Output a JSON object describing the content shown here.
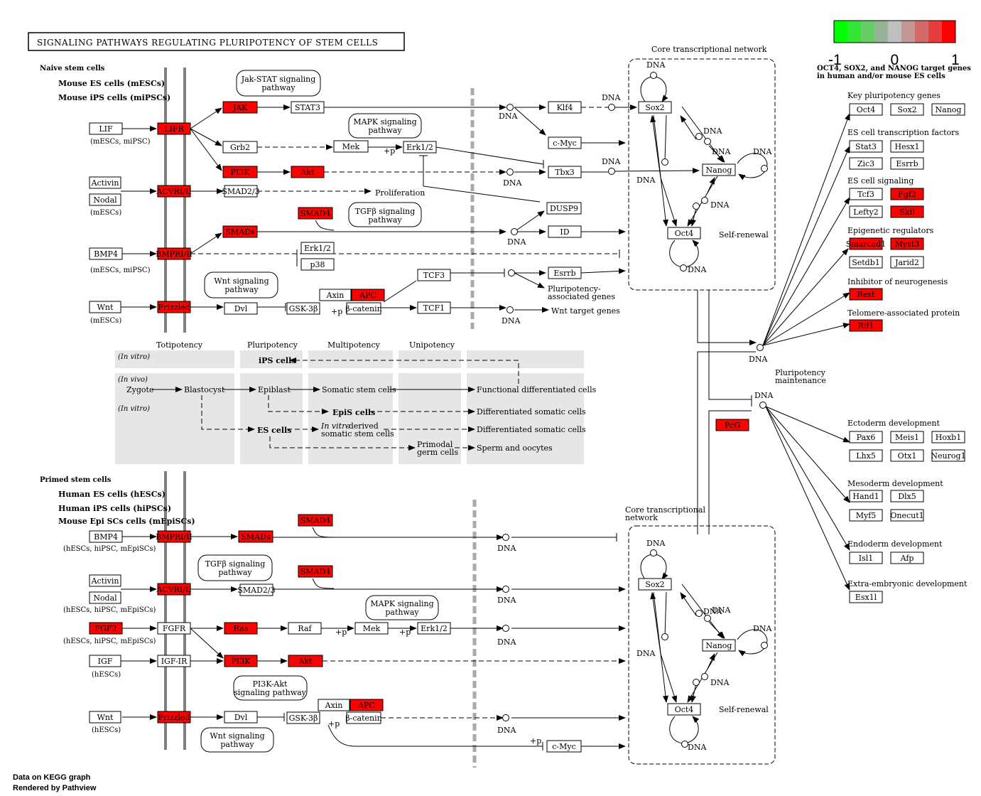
{
  "title": "SIGNALING PATHWAYS REGULATING PLURIPOTENCY OF STEM CELLS",
  "legend": {
    "colors": [
      "#00ff00",
      "#33e633",
      "#66cc66",
      "#99b399",
      "#bfbfbf",
      "#c49797",
      "#d46a6a",
      "#e63d3d",
      "#ff0000"
    ],
    "min_label": "-1",
    "mid_label": "0",
    "max_label": "1",
    "note1": "OCT4, SOX2, and NANOG target genes",
    "note2": "in human and/or mouse ES cells"
  },
  "footer": {
    "line1": "Data on KEGG graph",
    "line2": "Rendered by Pathview"
  },
  "colors": {
    "up": "#ff0000",
    "neutral": "#ffffff",
    "membrane": "#808080",
    "grey_panel": "#e6e6e6"
  },
  "labels": {
    "naive": "Naive stem cells",
    "mescs": "Mouse ES cells (mESCs)",
    "mipscs": "Mouse iPS cells (miPSCs)",
    "primed": "Primed stem cells",
    "hescs": "Human ES cells (hESCs)",
    "hipscs": "Human iPS cells (hiPSCs)",
    "mepiscs": "Mouse Epi SCs cells (mEpiSCs)",
    "core1": "Core transcriptional network",
    "core2a": "Core transcriptional",
    "core2b": "network",
    "self_renewal": "Self-renewal",
    "pluri_maint1": "Pluripotency",
    "pluri_maint2": "maintenance",
    "proliferation": "Proliferation",
    "pluri_assoc1": "Pluripotency-",
    "pluri_assoc2": "associated genes",
    "wnt_target": "Wnt target genes",
    "dna": "DNA",
    "p": "+p",
    "sub_lif": "(mESCs, miPSC)",
    "sub_nodal": "(mESCs)",
    "sub_bmp4": "(mESCs, miPSC)",
    "sub_wnt": "(mESCs)",
    "sub_bmp4_h": "(hESCs, hiPSC, mEpiSCs)",
    "sub_nodal_h": "(hESCs, hiPSC, mEpiSCs)",
    "sub_fgf2_h": "(hESCs, hiPSC, mEpiSCs)",
    "sub_igf_h": "(hESCs)",
    "sub_wnt_h": "(hESCs)"
  },
  "pathways": {
    "jakstat1": "Jak-STAT signaling",
    "jakstat2": "pathway",
    "mapk1": "MAPK signaling",
    "mapk2": "pathway",
    "tgfb1": "TGFβ signaling",
    "tgfb2": "pathway",
    "wnt1": "Wnt signaling",
    "wnt2": "pathway",
    "pi3k1": "PI3K-Akt",
    "pi3k2": "signaling pathway"
  },
  "potency": {
    "totipotency": "Totipotency",
    "pluripotency": "Pluripotency",
    "multipotency": "Multipotency",
    "unipotency": "Unipotency",
    "invitro": "(In vitro)",
    "invivo": "(In vivo)",
    "ips": "iPS cells",
    "zygote": "Zygote",
    "blastocyst": "Blastocyst",
    "epiblast": "Epiblast",
    "somatic": "Somatic stem cells",
    "functional": "Functional differentiated cells",
    "episcs": "EpiS cells",
    "diff1": "Differentiated somatic cells",
    "escells": "ES cells",
    "invitro_derived_it": "In vitro",
    "invitro_derived_rest": "-derived",
    "somatic2": "somatic stem cells",
    "diff2": "Differentiated somatic cells",
    "primodal1": "Primodal",
    "primodal2": "germ cells",
    "sperm": "Sperm and oocytes"
  },
  "right_groups": {
    "key": "Key pluripotency genes",
    "tf": "ES cell transcription factors",
    "signal": "ES cell signaling",
    "epi": "Epigenetic regulators",
    "neuro": "Inhibitor of neurogenesis",
    "telo": "Telomere-associated protein",
    "ecto": "Ectoderm development",
    "meso": "Mesoderm development",
    "endo": "Endoderm development",
    "extra": "Extra-embryonic development"
  },
  "genes": {
    "lif": "LIF",
    "lifr": "LIFR",
    "jak": "JAK",
    "stat3": "STAT3",
    "grb2": "Grb2",
    "mek1": "Mek",
    "erk1": "Erk1/2",
    "pi3k1": "PI3K",
    "akt1": "Akt",
    "activin1": "Activin",
    "nodal1": "Nodal",
    "acvr1": "ACVRI/II",
    "smad23a": "SMAD2/3",
    "smad4a": "SMAD4",
    "smads1": "SMADs",
    "bmp4a": "BMP4",
    "bmpr1": "BMPRI/II",
    "erk12b": "Erk1/2",
    "p38": "p38",
    "wnt1": "Wnt",
    "frizzled1": "Frizzled",
    "dvl1": "Dvl",
    "gsk1": "GSK-3β",
    "axin1": "Axin",
    "apc1": "APC",
    "bcat1": "β-catenin",
    "tcf3": "TCF3",
    "tcf1": "TCF1",
    "klf4": "Klf4",
    "cmyc1": "c-Myc",
    "tbx3": "Tbx3",
    "dusp9": "DUSP9",
    "id": "ID",
    "esrrb1": "Esrrb",
    "sox2a": "Sox2",
    "nanog1": "Nanog",
    "oct4a": "Oct4",
    "bmp4b": "BMP4",
    "bmpr2": "BMPRI/II",
    "smads2": "SMADs",
    "smad4b": "SMAD4",
    "activin2": "Activin",
    "nodal2": "Nodal",
    "acvr2": "ACVRI/II",
    "smad23b": "SMAD2/3",
    "smad4c": "SMAD4",
    "fgf2": "FGF2",
    "fgfr": "FGFR",
    "ras": "Ras",
    "raf": "Raf",
    "mek2": "Mek",
    "erk2": "Erk1/2",
    "igf": "IGF",
    "igfir": "IGF-IR",
    "pi3k2": "PI3K",
    "akt2": "Akt",
    "wnt2": "Wnt",
    "frizzled2": "Frizzled",
    "dvl2": "Dvl",
    "gsk2": "GSK-3β",
    "axin2": "Axin",
    "apc2": "APC",
    "bcat2": "β-catenin",
    "cmyc2": "c-Myc",
    "sox2b": "Sox2",
    "nanog2": "Nanog",
    "oct4b": "Oct4",
    "pcg": "PcG",
    "r_oct4": "Oct4",
    "r_sox2": "Sox2",
    "r_nanog": "Nanog",
    "r_stat3": "Stat3",
    "r_hesx1": "Hesx1",
    "r_zic3": "Zic3",
    "r_esrrb": "Esrrb",
    "r_tcf3": "Tcf3",
    "r_fgf2": "Fgf2",
    "r_lefty2": "Lefty2",
    "r_skil": "Skil",
    "r_smarcad1": "Smarcad1",
    "r_myst3": "Myst3",
    "r_setdb1": "Setdb1",
    "r_jarid2": "Jarid2",
    "r_rest": "Rest",
    "r_rif1": "Rif1",
    "r_pax6": "Pax6",
    "r_meis1": "Meis1",
    "r_hoxb1": "Hoxb1",
    "r_lhx5": "Lhx5",
    "r_otx1": "Otx1",
    "r_neurog1": "Neurog1",
    "r_hand1": "Hand1",
    "r_dlx5": "Dlx5",
    "r_myf5": "Myf5",
    "r_onecut1": "Onecut1",
    "r_isl1": "Isl1",
    "r_afp": "Afp",
    "r_esx1": "Esx1l"
  },
  "red_genes": [
    "lifr",
    "jak",
    "pi3k1",
    "akt1",
    "acvr1",
    "smad4a",
    "smads1",
    "bmpr1",
    "frizzled1",
    "apc1",
    "bmpr2",
    "smads2",
    "smad4b",
    "acvr2",
    "smad4c",
    "fgf2",
    "ras",
    "pi3k2",
    "akt2",
    "frizzled2",
    "apc2",
    "pcg",
    "r_fgf2",
    "r_skil",
    "r_smarcad1",
    "r_myst3",
    "r_rest",
    "r_rif1"
  ]
}
